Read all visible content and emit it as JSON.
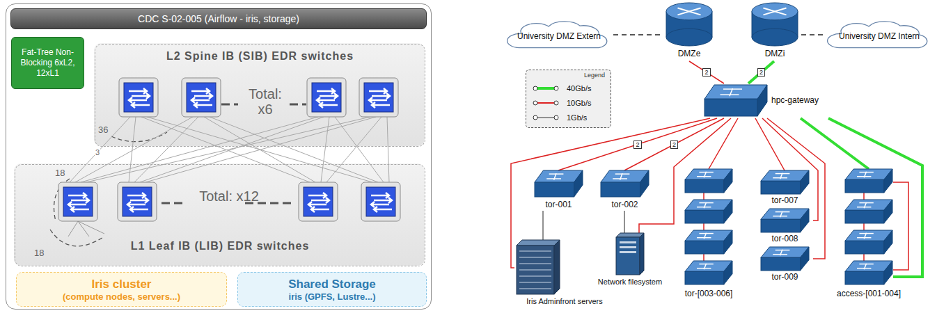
{
  "diagram": {
    "nodes": [
      {
        "text": [
          "CDC S-02-005 (Airflow - iris, storage)"
        ]
      },
      {
        "text": [
          "Fat-Tree Non-Blocking 6xL2, 12xL1"
        ],
        "in": 0
      },
      {
        "text": [
          "L2 Spine IB (SIB) EDR switches",
          "Total: x6"
        ],
        "in": 0
      },
      {
        "text": [
          "L1 Leaf IB (LIB) EDR switches",
          "Total: x12"
        ],
        "in": 0
      },
      {
        "text": [
          "Iris cluster",
          "(compute nodes, servers...)"
        ],
        "in": 0
      },
      {
        "text": [
          "Shared Storage",
          "iris (GPFS, Lustre...)"
        ],
        "in": 0
      },
      {
        "text": [
          "University DMZ Extern"
        ]
      },
      {
        "text": [
          "DMZe"
        ]
      },
      {
        "text": [
          "DMZi"
        ]
      },
      {
        "text": [
          "University DMZ Intern"
        ]
      },
      {
        "text": [
          "hpc-gateway"
        ]
      },
      {
        "text": [
          "tor-001"
        ]
      },
      {
        "text": [
          "tor-002"
        ]
      },
      {
        "text": [
          "tor-[003-006]"
        ]
      },
      {
        "text": [
          "tor-007"
        ]
      },
      {
        "text": [
          "tor-008"
        ]
      },
      {
        "text": [
          "tor-009"
        ]
      },
      {
        "text": [
          "access-[001-004]"
        ]
      },
      {
        "text": [
          "Iris Adminfront servers"
        ]
      },
      {
        "text": [
          "Network filesystem"
        ]
      }
    ],
    "edges": [
      {
        "from": 6,
        "to": 7,
        "arrow": "none"
      },
      {
        "from": 8,
        "to": 9,
        "arrow": "none"
      },
      {
        "from": 7,
        "to": 10,
        "label": "2",
        "arrow": "none"
      },
      {
        "from": 8,
        "to": 10,
        "label": "2",
        "arrow": "none"
      },
      {
        "from": 10,
        "to": 18,
        "arrow": "none"
      },
      {
        "from": 10,
        "to": 11,
        "label": "2",
        "arrow": "none"
      },
      {
        "from": 10,
        "to": 12,
        "label": "2",
        "arrow": "none"
      },
      {
        "from": 10,
        "to": 19,
        "arrow": "none"
      },
      {
        "from": 10,
        "to": 13,
        "arrow": "none"
      },
      {
        "from": 10,
        "to": 14,
        "arrow": "none"
      },
      {
        "from": 10,
        "to": 15,
        "arrow": "none"
      },
      {
        "from": 10,
        "to": 16,
        "arrow": "none"
      },
      {
        "from": 10,
        "to": 17,
        "arrow": "none"
      },
      {
        "from": 11,
        "to": 18,
        "arrow": "none"
      },
      {
        "from": 12,
        "to": 19,
        "arrow": "none"
      }
    ],
    "labels": [
      "36",
      "3",
      "18",
      "18",
      "Legend"
    ],
    "legend": [
      {
        "text": "40Gb/s"
      },
      {
        "text": "10Gb/s"
      },
      {
        "text": "1Gb/s"
      }
    ]
  }
}
